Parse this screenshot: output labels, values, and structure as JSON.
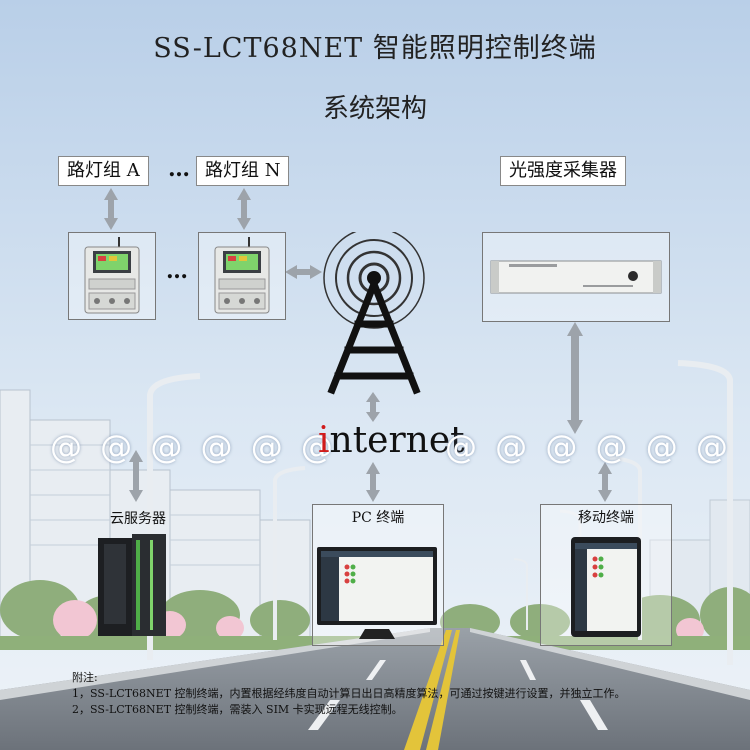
{
  "title": "SS-LCT68NET 智能照明控制终端",
  "subtitle": "系统架构",
  "labels": {
    "group_a": "路灯组 A",
    "group_n": "路灯组 N",
    "sensor": "光强度采集器",
    "ellipsis": "…",
    "internet_prefix": "i",
    "internet_rest": "nternet",
    "at_left": "@ @ @ @ @ @",
    "at_right": "@ @ @ @ @ @",
    "cloud": "云服务器",
    "pc": "PC 终端",
    "mobile": "移动终端"
  },
  "notes": {
    "heading": "附注:",
    "items": [
      "1，SS-LCT68NET 控制终端，内置根据经纬度自动计算日出日高精度算法，可通过按键进行设置，并独立工作。",
      "2，SS-LCT68NET 控制终端，需装入 SIM 卡实现远程无线控制。"
    ]
  }
}
